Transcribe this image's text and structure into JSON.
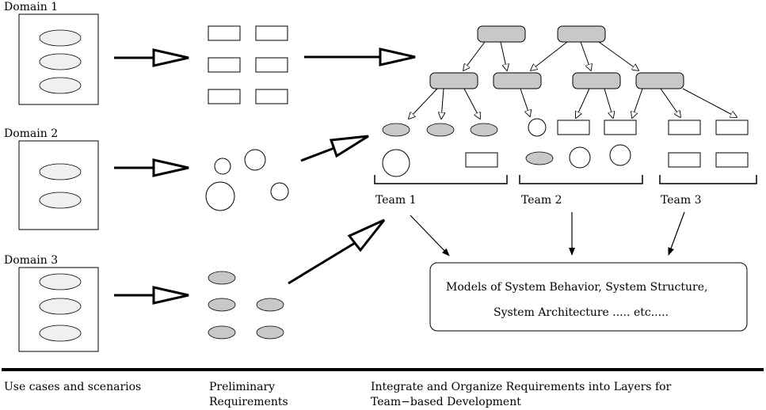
{
  "domains": [
    {
      "label": "Domain 1"
    },
    {
      "label": "Domain 2"
    },
    {
      "label": "Domain 3"
    }
  ],
  "teams": [
    {
      "label": "Team 1"
    },
    {
      "label": "Team 2"
    },
    {
      "label": "Team 3"
    }
  ],
  "models_box": {
    "line1": "Models of System Behavior, System Structure,",
    "line2": "System Architecture ..... etc....."
  },
  "footer": {
    "col1": "Use cases and scenarios",
    "col2_line1": "Preliminary",
    "col2_line2": "Requirements",
    "col3_line1": "Integrate and Organize Requirements into Layers for",
    "col3_line2": "Team−based Development"
  },
  "colors": {
    "stroke": "#000000",
    "shaded_fill": "#c8c8c8",
    "ellipse_light_fill": "#f0f0f0",
    "background": "#ffffff"
  }
}
